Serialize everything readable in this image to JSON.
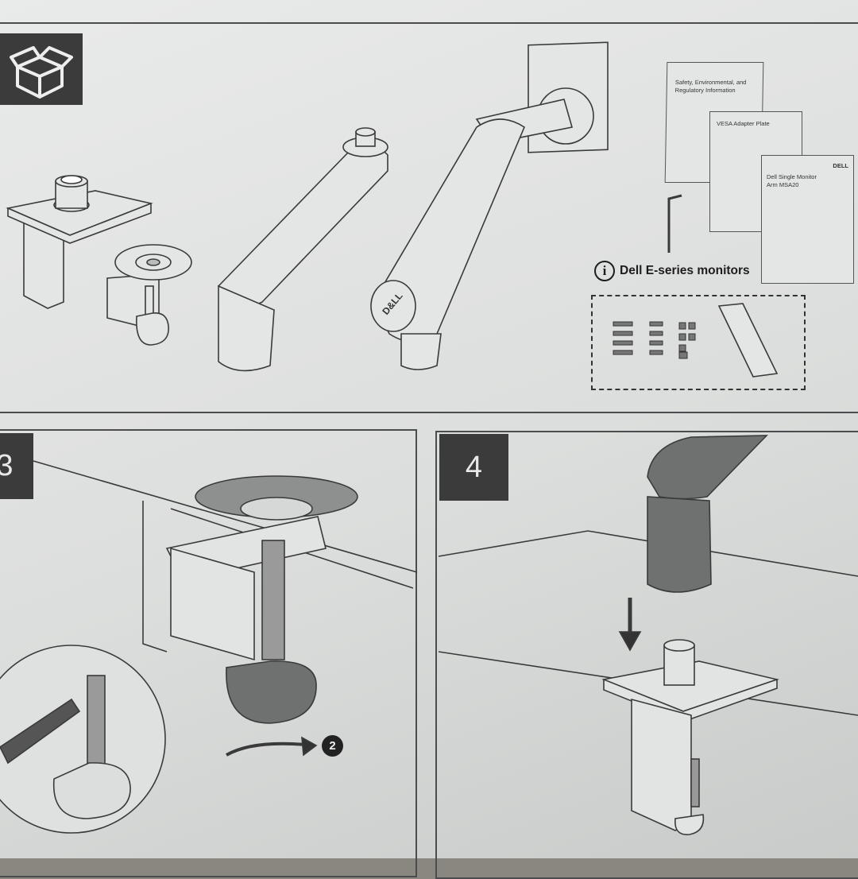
{
  "steps": {
    "step3_label": "3",
    "step4_label": "4"
  },
  "docs": {
    "safety_title": "Safety, Environmental, and Regulatory Information",
    "vesa_title": "VESA Adapter Plate",
    "guide_title": "Dell Single Monitor Arm MSA20",
    "guide_logo": "DELL"
  },
  "info": {
    "icon": "i",
    "text": "Dell E-series monitors"
  },
  "arm_logo": "D&LL",
  "rotation_step": "2",
  "icons": {
    "box": "open-box-icon",
    "info": "info-icon",
    "arrow_down": "down-arrow-icon",
    "rotate": "rotate-arrow-icon"
  },
  "colors": {
    "panel_border": "#4a4c4d",
    "step_box": "#3b3b3b",
    "paper": "#e2e4e4"
  }
}
